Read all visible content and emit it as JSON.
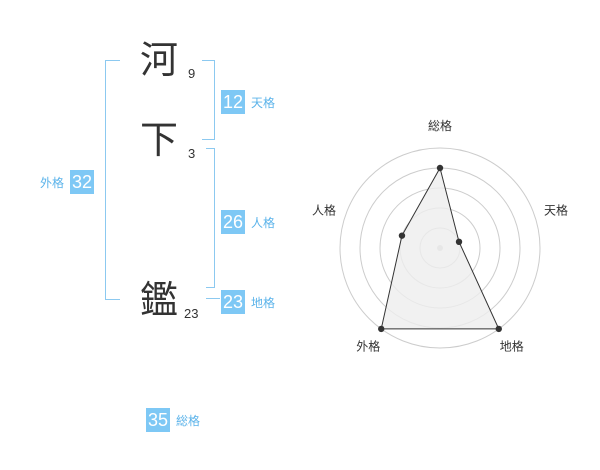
{
  "characters": [
    {
      "char": "河",
      "strokes": "9"
    },
    {
      "char": "下",
      "strokes": "3"
    },
    {
      "char": "鑑",
      "strokes": "23"
    }
  ],
  "badges": {
    "tenkaku": {
      "value": "12",
      "label": "天格"
    },
    "jinkaku": {
      "value": "26",
      "label": "人格"
    },
    "chikaku": {
      "value": "23",
      "label": "地格"
    },
    "gaikaku": {
      "value": "32",
      "label": "外格"
    },
    "soukaku": {
      "value": "35",
      "label": "総格"
    }
  },
  "radar": {
    "labels": {
      "soukaku": "総格",
      "tenkaku": "天格",
      "chikaku": "地格",
      "gaikaku": "外格",
      "jinkaku": "人格"
    },
    "axes_order": [
      "soukaku",
      "tenkaku",
      "chikaku",
      "gaikaku",
      "jinkaku"
    ],
    "values": {
      "soukaku": 4,
      "tenkaku": 1,
      "chikaku": 5,
      "gaikaku": 5,
      "jinkaku": 2
    },
    "max": 5
  },
  "colors": {
    "accent": "#7ec8f5",
    "accent_text": "#5bb3ea",
    "bracket": "#8cc9f0",
    "radar_fill": "#eeeeee",
    "radar_line": "#333333",
    "radar_grid": "#cccccc"
  }
}
